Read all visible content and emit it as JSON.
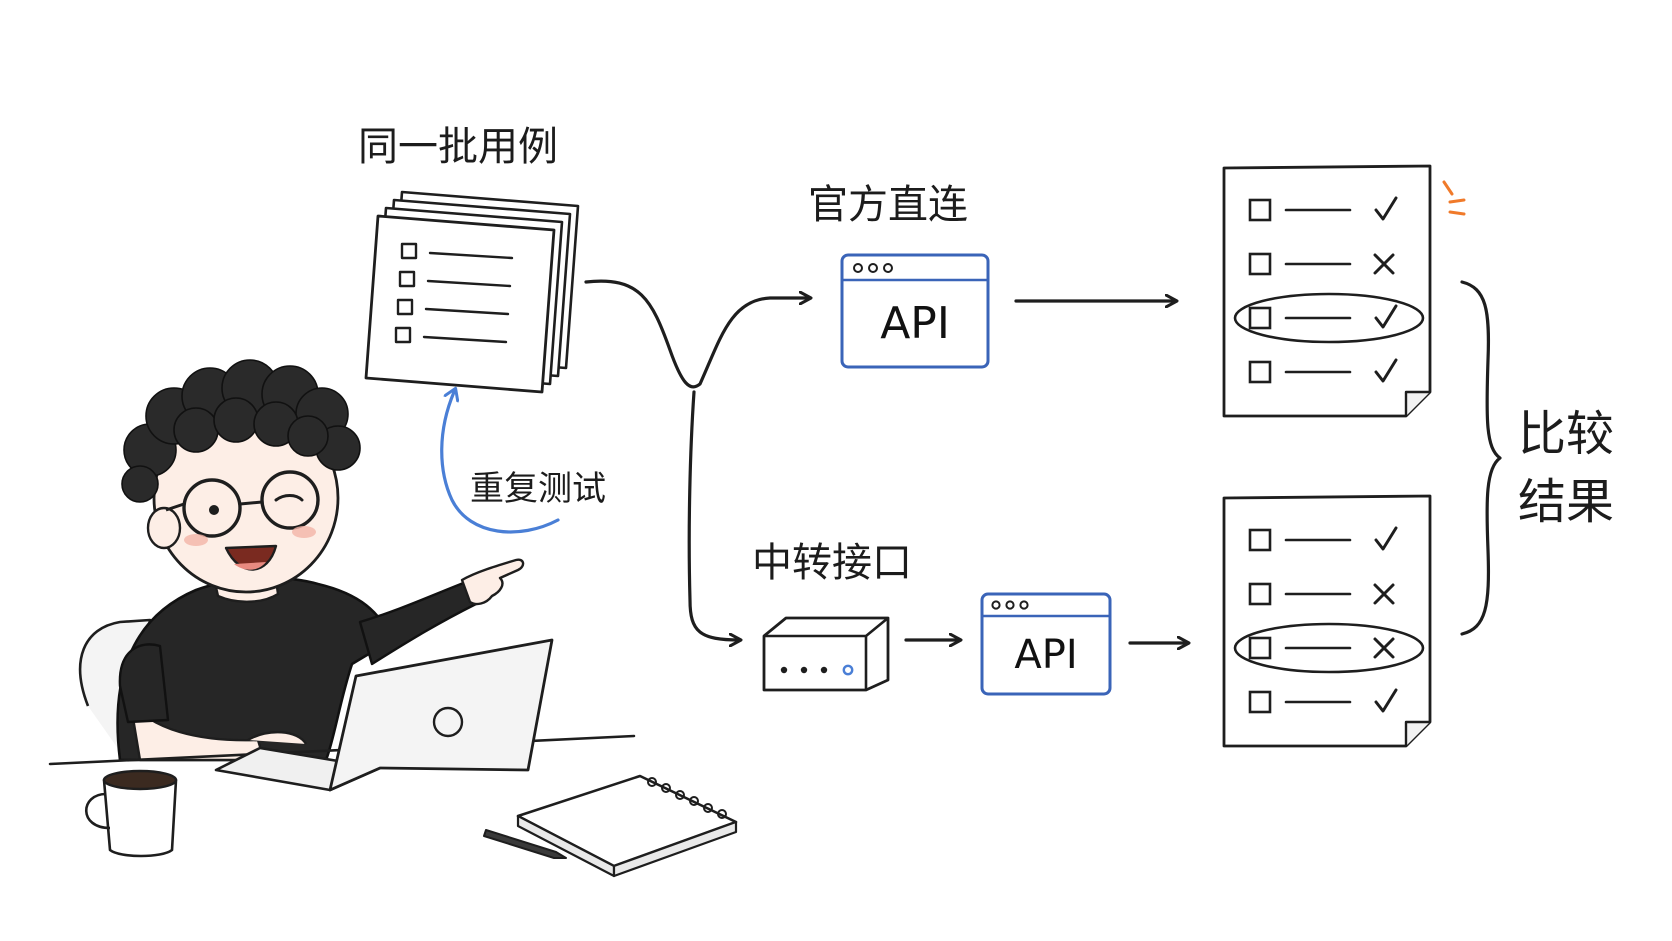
{
  "labels": {
    "test_cases": "同一批用例",
    "official_direct": "官方直连",
    "relay_interface": "中转接口",
    "repeat_test": "重复测试",
    "compare_line1": "比较",
    "compare_line2": "结果"
  },
  "api_label_top": "API",
  "api_label_bottom": "API",
  "result_sheets": [
    {
      "rows": [
        {
          "mark": "check",
          "circled": false
        },
        {
          "mark": "cross",
          "circled": false
        },
        {
          "mark": "check",
          "circled": true
        },
        {
          "mark": "check",
          "circled": false
        }
      ]
    },
    {
      "rows": [
        {
          "mark": "check",
          "circled": false
        },
        {
          "mark": "cross",
          "circled": false
        },
        {
          "mark": "cross",
          "circled": true
        },
        {
          "mark": "check",
          "circled": false
        }
      ]
    }
  ],
  "colors": {
    "ink": "#1e1e1e",
    "accent_blue": "#4a7fd6",
    "highlight_orange": "#f07a2a",
    "cheek": "#f3b4a7"
  },
  "icons": [
    "test-case-stack-icon",
    "api-window-icon",
    "relay-device-icon",
    "checklist-sheet-icon",
    "person-illustration",
    "laptop-icon",
    "coffee-mug-icon",
    "notebook-icon",
    "pen-icon"
  ]
}
